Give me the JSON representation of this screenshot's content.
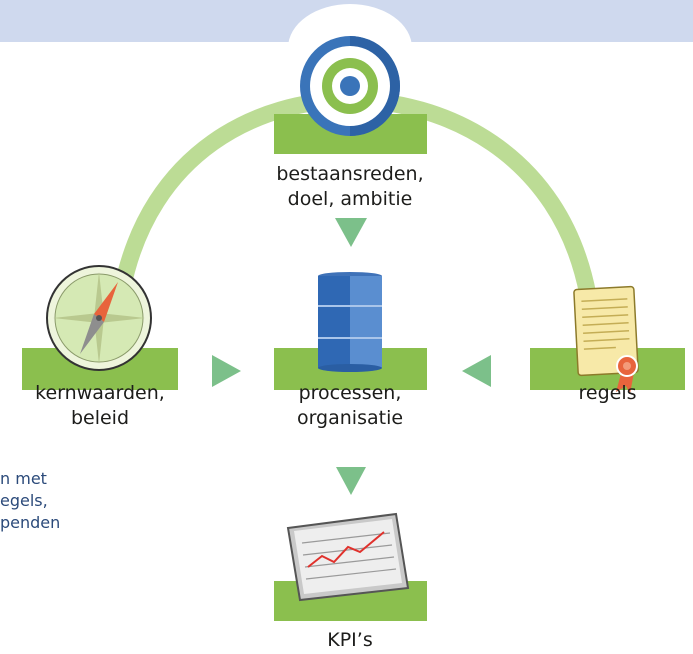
{
  "nodes": {
    "purpose": {
      "label": "bestaansreden,\ndoel, ambitie",
      "icon": "target-icon"
    },
    "values": {
      "label": "kernwaarden,\nbeleid",
      "icon": "compass-icon"
    },
    "process": {
      "label": "processen,\norganisatie",
      "icon": "barrel-icon"
    },
    "rules": {
      "label": "regels",
      "icon": "certificate-icon"
    },
    "kpi": {
      "label": "KPI’s",
      "icon": "line-chart-board-icon"
    }
  },
  "side_note": "n met\negels,\npenden",
  "colors": {
    "band": "#cfd9ee",
    "platform": "#8bbf4e",
    "arc": "#bcdc95",
    "arrow": "#7cc08a",
    "note_text": "#2b4a7a"
  }
}
